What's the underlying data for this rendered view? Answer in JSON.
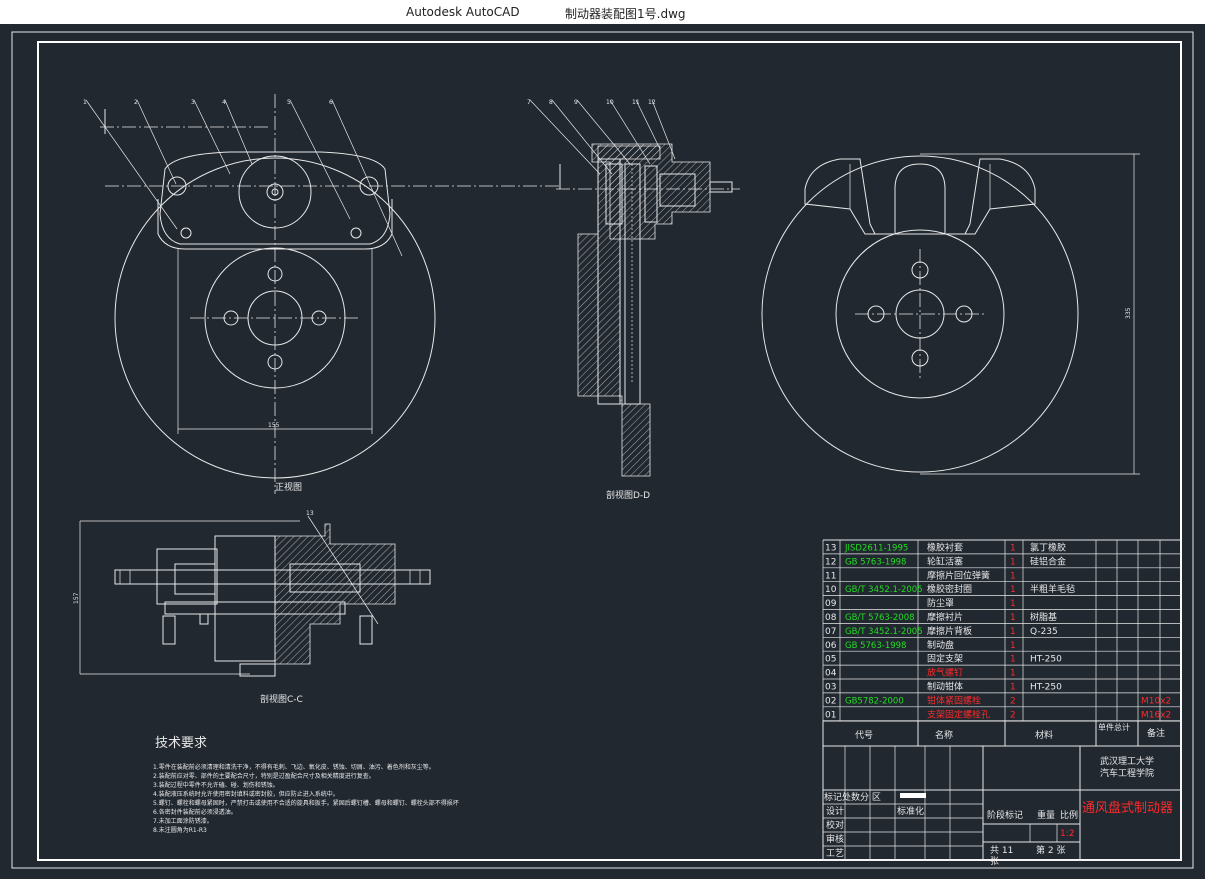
{
  "window": {
    "app_name": "Autodesk AutoCAD",
    "file_name": "制动器装配图1号.dwg"
  },
  "drawing": {
    "views": {
      "front": "正视图",
      "section_dd": "剖视图D-D",
      "section_cc": "剖视图C-C"
    },
    "dimensions": {
      "front_width": "155",
      "side_height": "335",
      "cc_height": "157"
    },
    "callouts_left": [
      "1",
      "2",
      "3",
      "4",
      "5",
      "6"
    ],
    "callouts_dd": [
      "7",
      "8",
      "9",
      "10",
      "11",
      "12"
    ],
    "callout_cc": "13",
    "tech_req": {
      "title": "技术要求",
      "lines": [
        "1.零件在装配前必须清理和清洗干净，不得有毛刺、飞边、氧化皮、锈蚀、切屑、油污、着色剂和灰尘等。",
        "2.装配前应对零、部件的主要配合尺寸，特别是过盈配合尺寸及相关精度进行复查。",
        "3.装配过程中零件不允许磕、碰、划伤和锈蚀。",
        "4.装配液压系统时允许使用密封填料或密封胶，但应防止进入系统中。",
        "5.螺钉、螺栓和螺母紧固时，严禁打击或使用不合适的旋具和扳手。紧固后螺钉槽、螺母和螺钉、螺栓头部不得损坏",
        "6.各密封件装配前必须浸透油。",
        "7.未加工面涂防锈漆。",
        "8.未注圆角为R1-R3"
      ]
    },
    "bom": [
      {
        "no": "13",
        "code": "JISD2611-1995",
        "name": "橡胶衬套",
        "qty": "1",
        "material": "氯丁橡胶",
        "code_color": "green",
        "name_color": "white",
        "remark": ""
      },
      {
        "no": "12",
        "code": "GB 5763-1998",
        "name": "轮缸活塞",
        "qty": "1",
        "material": "硅铝合金",
        "code_color": "green",
        "name_color": "white",
        "remark": ""
      },
      {
        "no": "11",
        "code": "",
        "name": "摩擦片回位弹簧",
        "qty": "1",
        "material": "",
        "code_color": "green",
        "name_color": "white",
        "remark": ""
      },
      {
        "no": "10",
        "code": "GB/T 3452.1-2005",
        "name": "橡胶密封圈",
        "qty": "1",
        "material": "半粗羊毛毡",
        "code_color": "green",
        "name_color": "white",
        "remark": ""
      },
      {
        "no": "09",
        "code": "",
        "name": "防尘罩",
        "qty": "1",
        "material": "",
        "code_color": "green",
        "name_color": "white",
        "remark": ""
      },
      {
        "no": "08",
        "code": "GB/T 5763-2008",
        "name": "摩擦衬片",
        "qty": "1",
        "material": "树脂基",
        "code_color": "green",
        "name_color": "white",
        "remark": ""
      },
      {
        "no": "07",
        "code": "GB/T 3452.1-2005",
        "name": "摩擦片背板",
        "qty": "1",
        "material": "Q-235",
        "code_color": "green",
        "name_color": "white",
        "remark": ""
      },
      {
        "no": "06",
        "code": "GB 5763-1998",
        "name": "制动盘",
        "qty": "1",
        "material": "",
        "code_color": "green",
        "name_color": "white",
        "remark": ""
      },
      {
        "no": "05",
        "code": "",
        "name": "固定支架",
        "qty": "1",
        "material": "HT-250",
        "code_color": "green",
        "name_color": "white",
        "remark": ""
      },
      {
        "no": "04",
        "code": "",
        "name": "放气螺钉",
        "qty": "1",
        "material": "",
        "code_color": "green",
        "name_color": "red",
        "remark": ""
      },
      {
        "no": "03",
        "code": "",
        "name": "制动钳体",
        "qty": "1",
        "material": "HT-250",
        "code_color": "green",
        "name_color": "white",
        "remark": ""
      },
      {
        "no": "02",
        "code": "GB5782-2000",
        "name": "钳体紧固螺栓",
        "qty": "2",
        "material": "",
        "code_color": "green",
        "name_color": "red",
        "remark": "M10x2"
      },
      {
        "no": "01",
        "code": "",
        "name": "支架固定螺栓孔",
        "qty": "2",
        "material": "",
        "code_color": "green",
        "name_color": "red",
        "remark": "M16x2"
      }
    ],
    "title_block": {
      "hdr_code": "代号",
      "hdr_name": "名称",
      "hdr_material": "材料",
      "hdr_single_total": "单件总计",
      "hdr_remark": "备注",
      "school": "武汉理工大学",
      "college": "汽车工程学院",
      "drawing_title": "通风盘式制动器",
      "mark_row": "标记处数分  区",
      "design": "设计",
      "standardize": "标准化",
      "check": "校对",
      "review": "审核",
      "process": "工艺",
      "stage_mark": "阶段标记",
      "weight": "重量",
      "scale_label": "比例",
      "scale_value": "1:2",
      "sheet_total": "共 11",
      "sheet_no": "第 2 张",
      "sheet_unit": "张"
    }
  }
}
